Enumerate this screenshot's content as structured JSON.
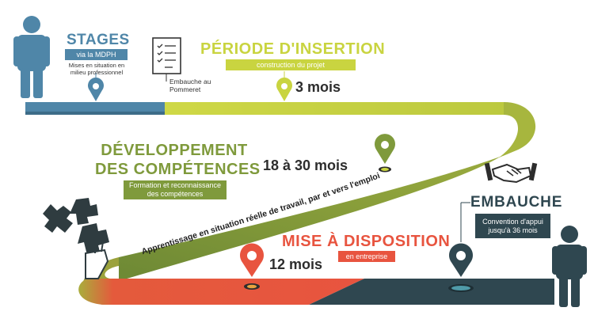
{
  "stages": {
    "title": "STAGES",
    "badge": "via la MDPH",
    "subtitle": "Mises en situation en milieu professionnel"
  },
  "embauche_pommeret": {
    "label": "Embauche au Pommeret"
  },
  "insertion": {
    "title": "PÉRIODE D'INSERTION",
    "badge": "construction du projet",
    "duration": "3 mois"
  },
  "developpement": {
    "title_line1": "DÉVELOPPEMENT",
    "title_line2": "DES COMPÉTENCES",
    "badge": "Formation et reconnaissance des compétences",
    "duration": "18 à 30 mois"
  },
  "road_caption": "Apprentissage en situation réelle de travail, par et vers l'emploi",
  "mise_a_disposition": {
    "title": "MISE À DISPOSITION",
    "badge": "en entreprise",
    "duration": "12 mois"
  },
  "embauche": {
    "title": "EMBAUCHE",
    "badge": "Convention d'appui jusqu'à 36 mois"
  },
  "colors": {
    "blue": "#4f86a8",
    "lime": "#c9d440",
    "olive": "#7f9a3c",
    "red": "#e8543f",
    "dark": "#2f4750"
  }
}
